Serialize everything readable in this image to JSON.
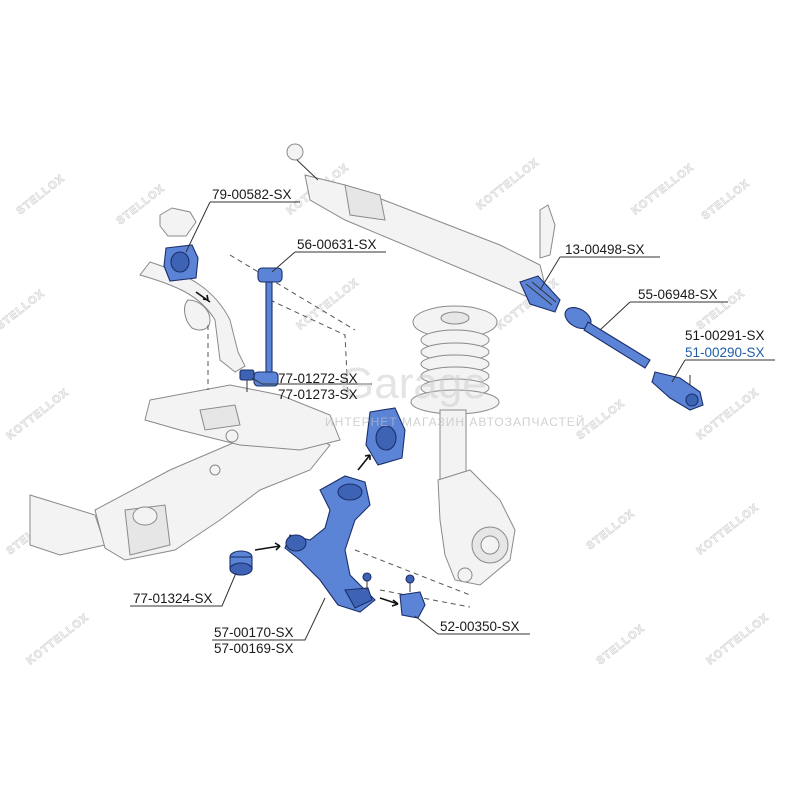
{
  "watermark": {
    "brand_a": "STELLOX",
    "brand_b": "KOTTELLOX",
    "center": "Garage",
    "center_sub": "ИНТЕРНЕТ МАГАЗИН АВТОЗАПЧАСТЕЙ"
  },
  "labels": [
    {
      "id": "79-00582",
      "text": "79-00582-SX"
    },
    {
      "id": "56-00631",
      "text": "56-00631-SX"
    },
    {
      "id": "13-00498",
      "text": "13-00498-SX"
    },
    {
      "id": "55-06948",
      "text": "55-06948-SX"
    },
    {
      "id": "51-00291",
      "text": "51-00291-SX"
    },
    {
      "id": "51-00290",
      "text": "51-00290-SX"
    },
    {
      "id": "77-01272",
      "text": "77-01272-SX"
    },
    {
      "id": "77-01273",
      "text": "77-01273-SX"
    },
    {
      "id": "77-01324",
      "text": "77-01324-SX"
    },
    {
      "id": "57-00170",
      "text": "57-00170-SX"
    },
    {
      "id": "57-00169",
      "text": "57-00169-SX"
    },
    {
      "id": "52-00350",
      "text": "52-00350-SX"
    }
  ],
  "colors": {
    "part_fill": "#5b84d6",
    "part_stroke": "#1c2f6a",
    "label_highlight": "#1f5fa8",
    "watermark": "#d6d6d6"
  }
}
